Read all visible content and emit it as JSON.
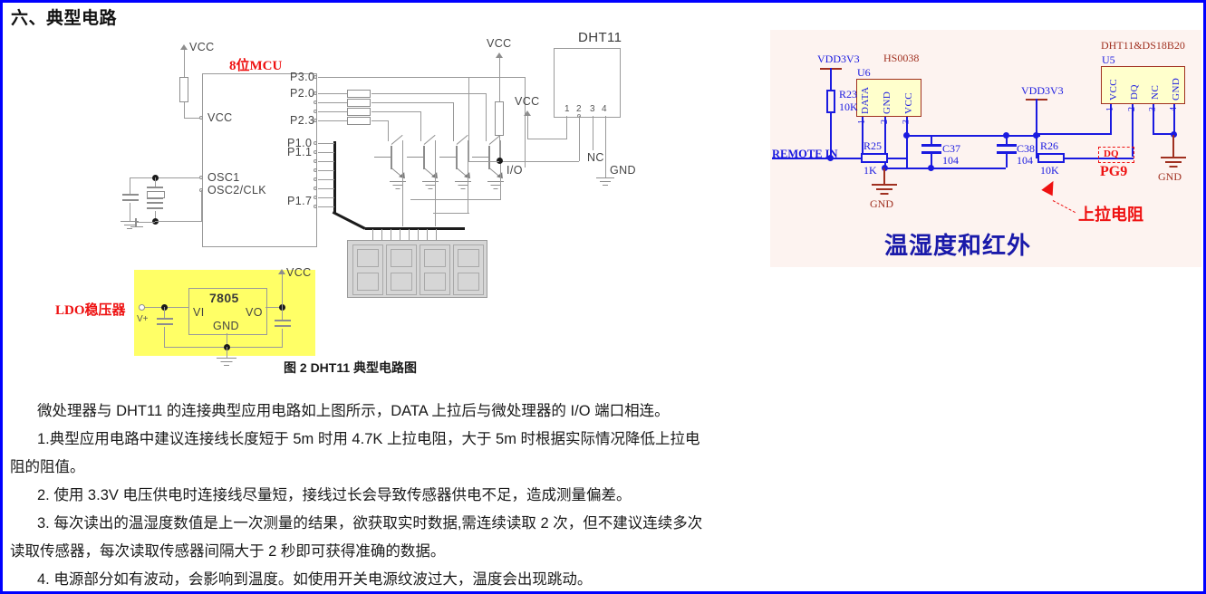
{
  "document": {
    "heading": "六、典型电路",
    "figure_caption": "图 2    DHT11 典型电路图",
    "paragraphs": [
      "微处理器与 DHT11 的连接典型应用电路如上图所示，DATA 上拉后与微处理器的 I/O 端口相连。",
      "1.典型应用电路中建议连接线长度短于 5m 时用 4.7K 上拉电阻，大于 5m 时根据实际情况降低上拉电",
      "阻的阻值。",
      "2. 使用 3.3V 电压供电时连接线尽量短，接线过长会导致传感器供电不足，造成测量偏差。",
      "3. 每次读出的温湿度数值是上一次测量的结果，欲获取实时数据,需连续读取 2 次，但不建议连续多次",
      "读取传感器，每次读取传感器间隔大于 2 秒即可获得准确的数据。",
      "4. 电源部分如有波动，会影响到温度。如使用开关电源纹波过大，温度会出现跳动。"
    ]
  },
  "left_schematic": {
    "annotations": {
      "mcu_red_label": "8位MCU",
      "ldo_red_label": "LDO稳压器"
    },
    "mcu_pins_right": [
      "P3.0",
      "P2.0",
      "P2.3",
      "P1.0",
      "P1.1",
      "P1.7"
    ],
    "mcu_pins_left": [
      "VCC",
      "OSC1",
      "OSC2/CLK"
    ],
    "power_labels": [
      "VCC",
      "VCC",
      "VCC",
      "VCC"
    ],
    "dht11": {
      "title": "DHT11",
      "pin_numbers": [
        "1",
        "2",
        "3",
        "4"
      ],
      "nc_label": "NC",
      "gnd_label": "GND",
      "io_label": "I/O"
    },
    "regulator": {
      "part": "7805",
      "vin_pin": "VI",
      "vout_pin": "VO",
      "gnd_pin": "GND",
      "input_label": "V+",
      "output_rail": "VCC"
    },
    "colors": {
      "wire": "#9a9a9a",
      "highlight": "#ffff66",
      "red_note": "#ee1111"
    }
  },
  "right_schematic": {
    "title_bottom": "温湿度和红外",
    "u6": {
      "part": "HS0038",
      "designator": "U6",
      "pin_names": [
        "DATA",
        "GND",
        "VCC"
      ],
      "pin_numbers": [
        "1",
        "2",
        "3"
      ]
    },
    "u5": {
      "part": "DHT11&DS18B20",
      "designator": "U5",
      "pin_names": [
        "VCC",
        "DQ",
        "NC",
        "GND"
      ],
      "pin_numbers": [
        "1",
        "2",
        "3",
        "4"
      ]
    },
    "nets": {
      "remote_in": "REMOTE  IN",
      "vdd_left": "VDD3V3",
      "vdd_right": "VDD3V3",
      "gnd_left": "GND",
      "gnd_right": "GND",
      "dq_net": "DQ",
      "pg9_net": "PG9"
    },
    "components": [
      {
        "ref": "R23",
        "value": "10K"
      },
      {
        "ref": "R25",
        "value": "1K"
      },
      {
        "ref": "C37",
        "value": "104"
      },
      {
        "ref": "C38",
        "value": "104"
      },
      {
        "ref": "R26",
        "value": "10K"
      }
    ],
    "red_annotation": "上拉电阻",
    "colors": {
      "background": "#fdf3f0",
      "wire": "#1a1ae0",
      "ic_fill": "#ffffcc",
      "ic_border": "#a03020",
      "accent_red": "#ee1111",
      "title_blue": "#1a1aaa"
    }
  }
}
